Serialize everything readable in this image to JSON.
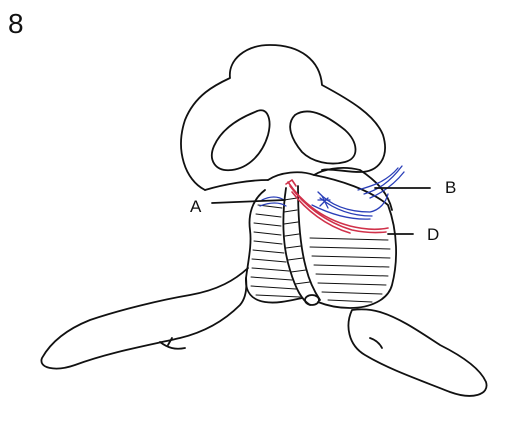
{
  "figure": {
    "number": "8",
    "callouts": {
      "a": "A",
      "b": "B",
      "d": "D"
    }
  },
  "colors": {
    "ink": "#111111",
    "red_flap": "#d0314a",
    "blue_hatch": "#2a3fb8",
    "paper": "#ffffff"
  }
}
